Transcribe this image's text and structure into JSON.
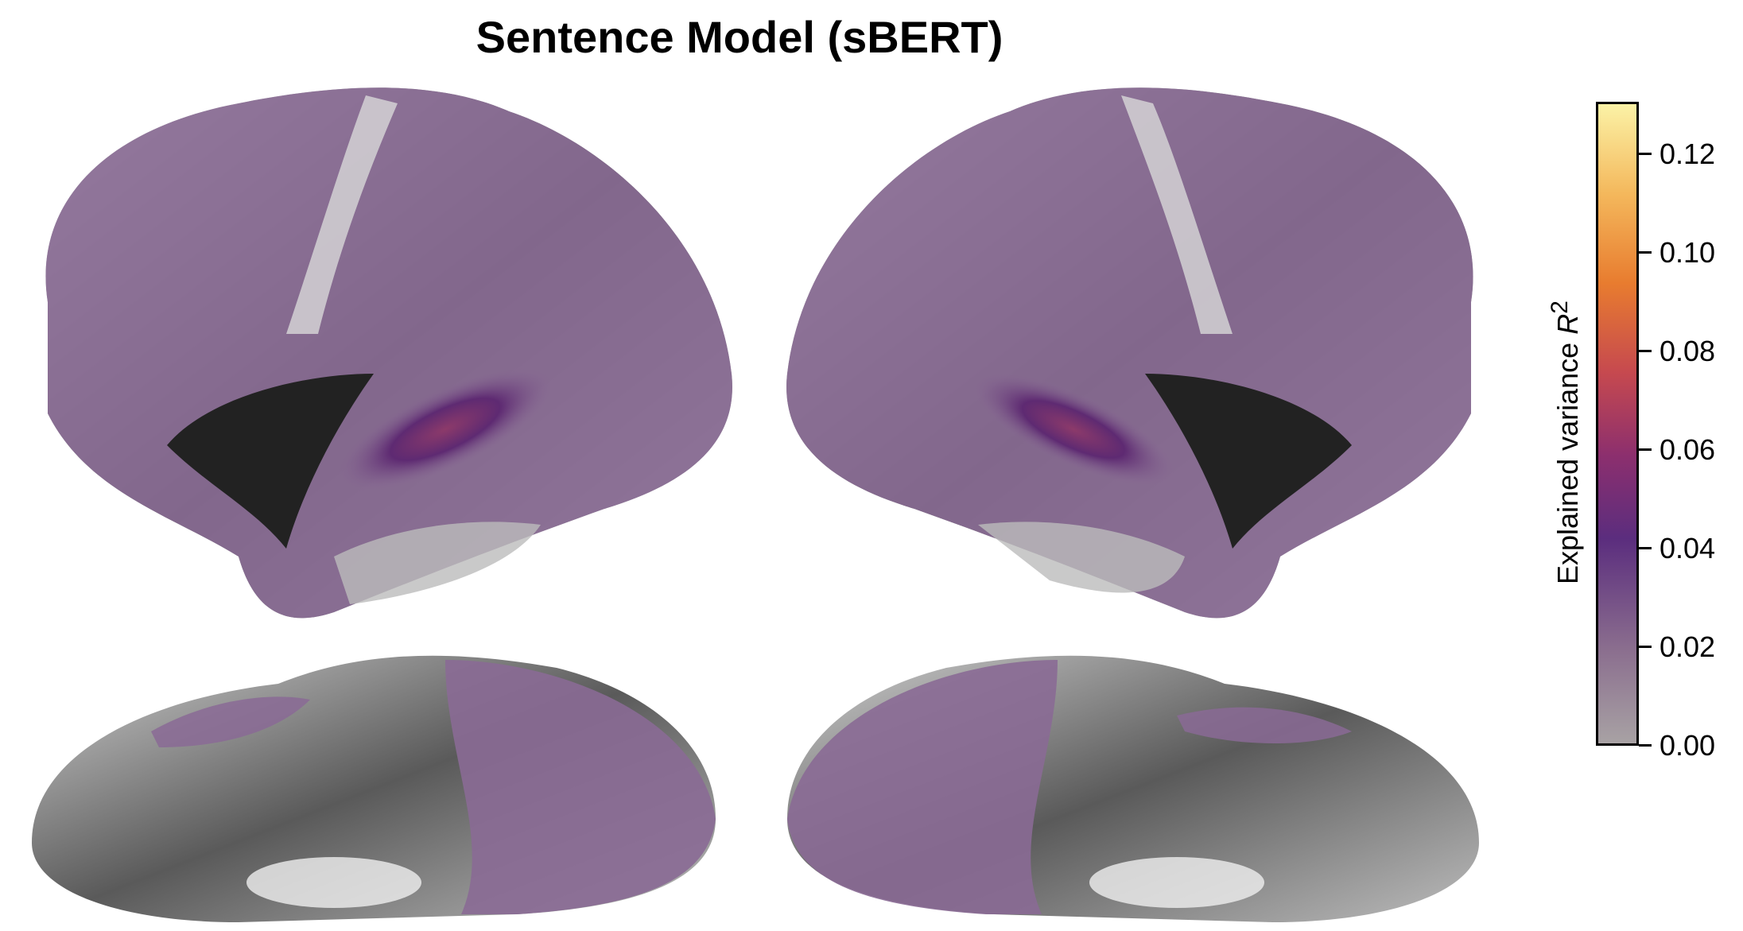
{
  "title": "Sentence Model (sBERT)",
  "colorbar": {
    "label": "Explained variance",
    "label_symbol": "R",
    "label_superscript": "2",
    "ticks": [
      "0.12",
      "0.10",
      "0.08",
      "0.06",
      "0.04",
      "0.02",
      "0.00"
    ],
    "range": [
      0.0,
      0.13
    ],
    "colormap": "inferno-like (gray → purple → red → orange → pale yellow)"
  },
  "colors": {
    "purple_overlay": "#8a6a95",
    "peak_overlay": "#5e2a6e",
    "brain_dark": "#2a2a2a",
    "brain_light": "#e8e8e8"
  }
}
